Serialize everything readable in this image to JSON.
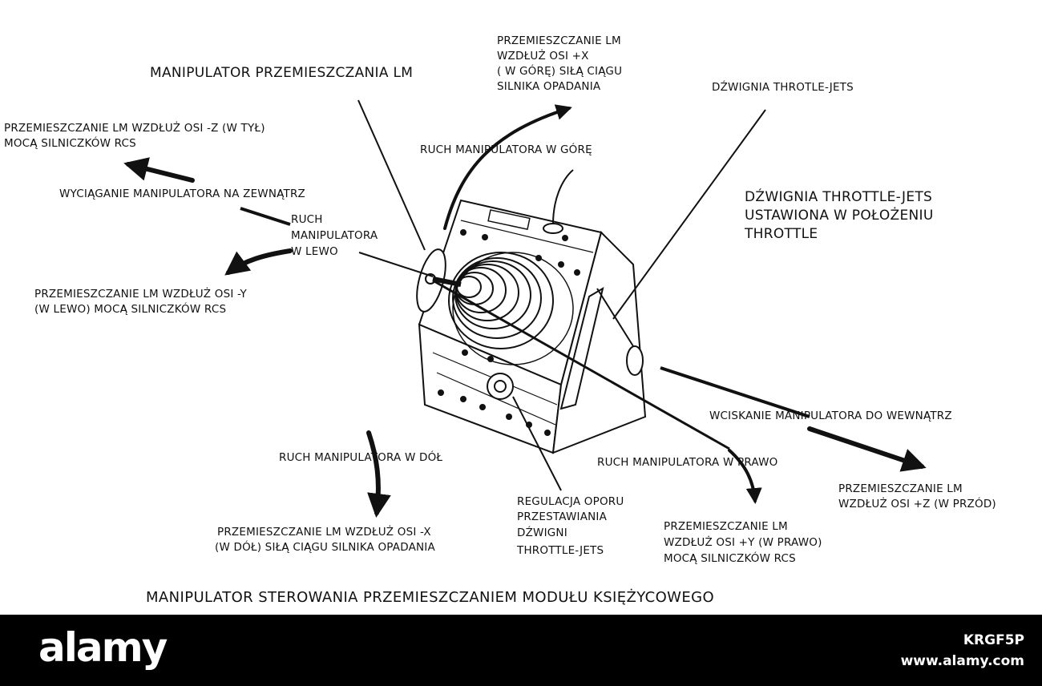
{
  "diagram": {
    "title_top": "MANIPULATOR PRZEMIESZCZANIA LM",
    "caption": "MANIPULATOR STEROWANIA PRZEMIESZCZANIEM MODUŁU KSIĘŻYCOWEGO",
    "labels": {
      "up_translate": [
        "PRZEMIESZCZANIE LM",
        "WZDŁUŻ OSI +X",
        "( W GÓRĘ) SIŁĄ CIĄGU",
        "SILNIKA OPADANIA"
      ],
      "lever_throttle": "DŹWIGNIA THROTLE-JETS",
      "back_translate": [
        "PRZEMIESZCZANIE LM WZDŁUŻ OSI -Z (W TYŁ)",
        "MOCĄ SILNICZKÓW RCS"
      ],
      "move_up": "RUCH MANIPULATORA W GÓRĘ",
      "pull_out": "WYCIĄGANIE MANIPULATORA NA ZEWNĄTRZ",
      "move_left": [
        "RUCH",
        "MANIPULATORA",
        "W LEWO"
      ],
      "lever_position": [
        "DŹWIGNIA THROTTLE-JETS",
        "USTAWIONA W POŁOŻENIU",
        "THROTTLE"
      ],
      "left_translate": [
        "PRZEMIESZCZANIE LM WZDŁUŻ OSI -Y",
        "(W LEWO) MOCĄ SILNICZKÓW RCS"
      ],
      "push_in": "WCISKANIE MANIPULATORA DO  WEWNĄTRZ",
      "move_down": "RUCH MANIPULATORA W DÓŁ",
      "move_right": "RUCH MANIPULATORA W PRAWO",
      "forward_translate": [
        "PRZEMIESZCZANIE LM",
        "WZDŁUŻ OSI +Z (W PRZÓD)"
      ],
      "resistance": [
        "REGULACJA OPORU",
        "PRZESTAWIANIA",
        "DŹWIGNI",
        "THROTTLE-JETS"
      ],
      "right_translate": [
        "PRZEMIESZCZANIE LM",
        "WZDŁUŻ OSI +Y (W PRAWO)",
        "MOCĄ SILNICZKÓW RCS"
      ],
      "down_translate": [
        "PRZEMIESZCZANIE LM WZDŁUŻ OSI -X",
        "(W DÓŁ) SIŁĄ CIĄGU SILNIKA OPADANIA"
      ]
    }
  },
  "footer": {
    "brand": "alamy",
    "image_id": "KRGF5P",
    "site": "www.alamy.com"
  },
  "colors": {
    "ink": "#111111",
    "footer_bg": "#000000",
    "footer_text": "#ffffff"
  },
  "icons": {
    "brand_logo": "alamy-wordmark"
  }
}
